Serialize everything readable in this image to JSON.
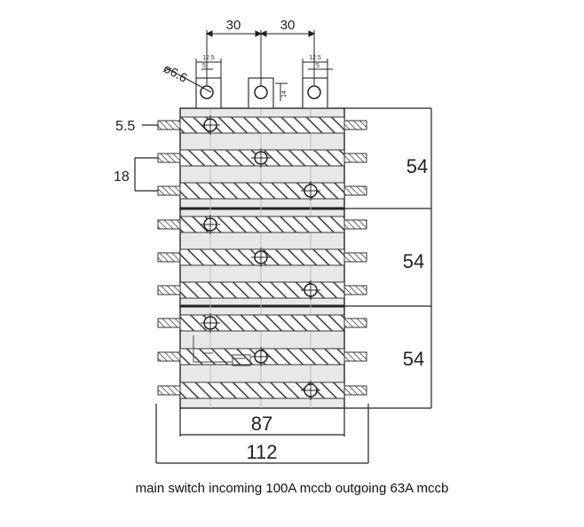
{
  "dimensions": {
    "top_spacing_left": "30",
    "top_spacing_right": "30",
    "hole_diameter": "ø6.6",
    "terminal_left_detail": "12.5",
    "terminal_right_detail": "12.5",
    "terminal_small_a": "5",
    "terminal_small_b": "5",
    "vertical_small": "14",
    "terminal_width": "5.5",
    "busbar_pitch": "18",
    "section_height_1": "54",
    "section_height_2": "54",
    "section_height_3": "54",
    "inner_width": "87",
    "overall_width": "112"
  },
  "caption": "main switch incoming 100A mccb outgoing 63A mccb",
  "colors": {
    "line": "#222222",
    "hatch": "#555555",
    "block_fill": "#e6e6e6",
    "text": "#222222"
  }
}
